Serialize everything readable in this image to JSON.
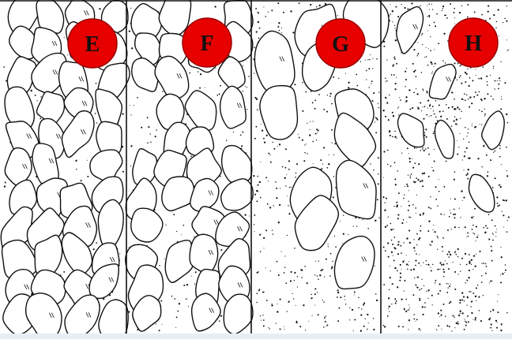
{
  "panels": [
    {
      "id": "E",
      "label": "E",
      "cell_fraction": 0.92
    },
    {
      "id": "F",
      "label": "F",
      "cell_fraction": 0.78
    },
    {
      "id": "G",
      "label": "G",
      "cell_fraction": 0.48
    },
    {
      "id": "H",
      "label": "H",
      "cell_fraction": 0.12
    }
  ],
  "colors": {
    "background": "#ffffff",
    "line": "#111111",
    "badge_fill": "#e60000",
    "badge_stroke": "#9a0000",
    "label": "#111111",
    "bottom_strip": "#e9eef6"
  }
}
